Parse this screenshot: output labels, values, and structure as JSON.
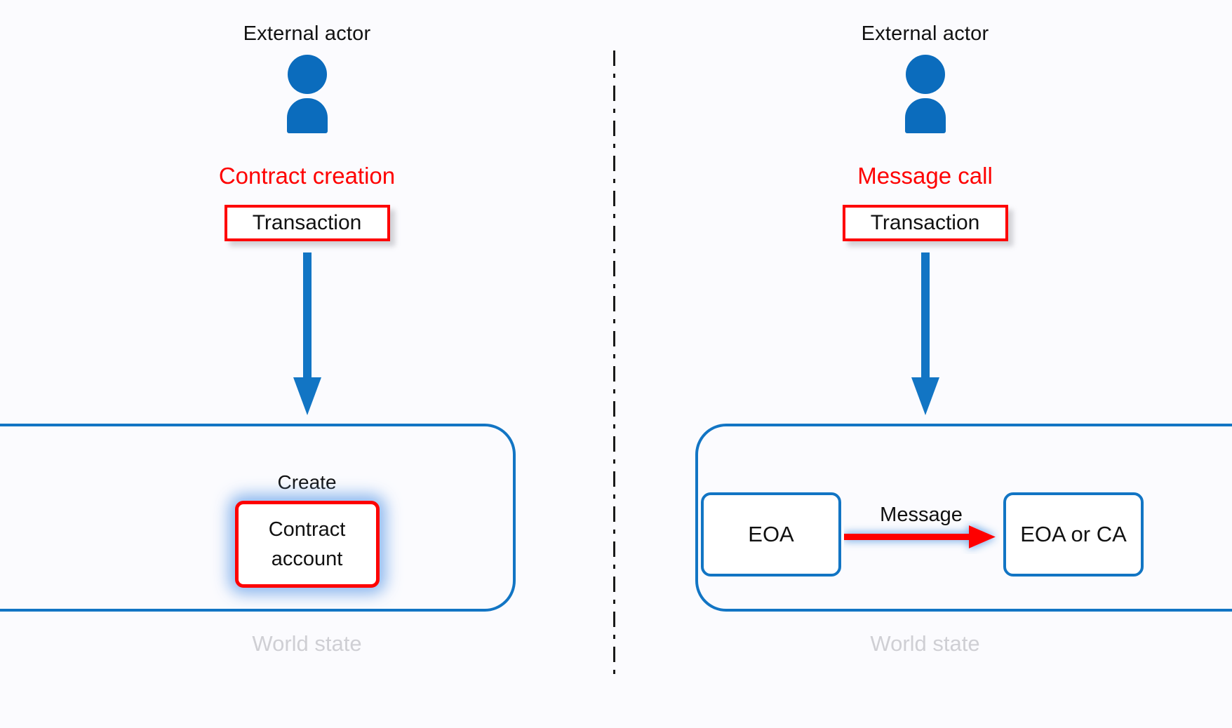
{
  "colors": {
    "actor_blue": "#0b6cbd",
    "box_blue": "#1275c4",
    "accent_red": "#fe0000",
    "text_black": "#111111",
    "world_state_gray": "#cfcfd4",
    "background": "#fbfbfe"
  },
  "divider": {
    "style": "dash-dot-vertical"
  },
  "panels": [
    {
      "id": "contract-creation",
      "actor_label": "External actor",
      "actor_icon": "person-icon",
      "action_title": "Contract creation",
      "transaction_label": "Transaction",
      "arrow_icon": "arrow-down-icon",
      "world_state_label": "World state",
      "inner_label": "Create",
      "contract_account_line1": "Contract",
      "contract_account_line2": "account"
    },
    {
      "id": "message-call",
      "actor_label": "External actor",
      "actor_icon": "person-icon",
      "action_title": "Message call",
      "transaction_label": "Transaction",
      "arrow_icon": "arrow-down-icon",
      "world_state_label": "World state",
      "eoa_from_label": "EOA",
      "eoa_to_label": "EOA or CA",
      "message_label": "Message",
      "message_arrow_icon": "arrow-right-icon"
    }
  ]
}
